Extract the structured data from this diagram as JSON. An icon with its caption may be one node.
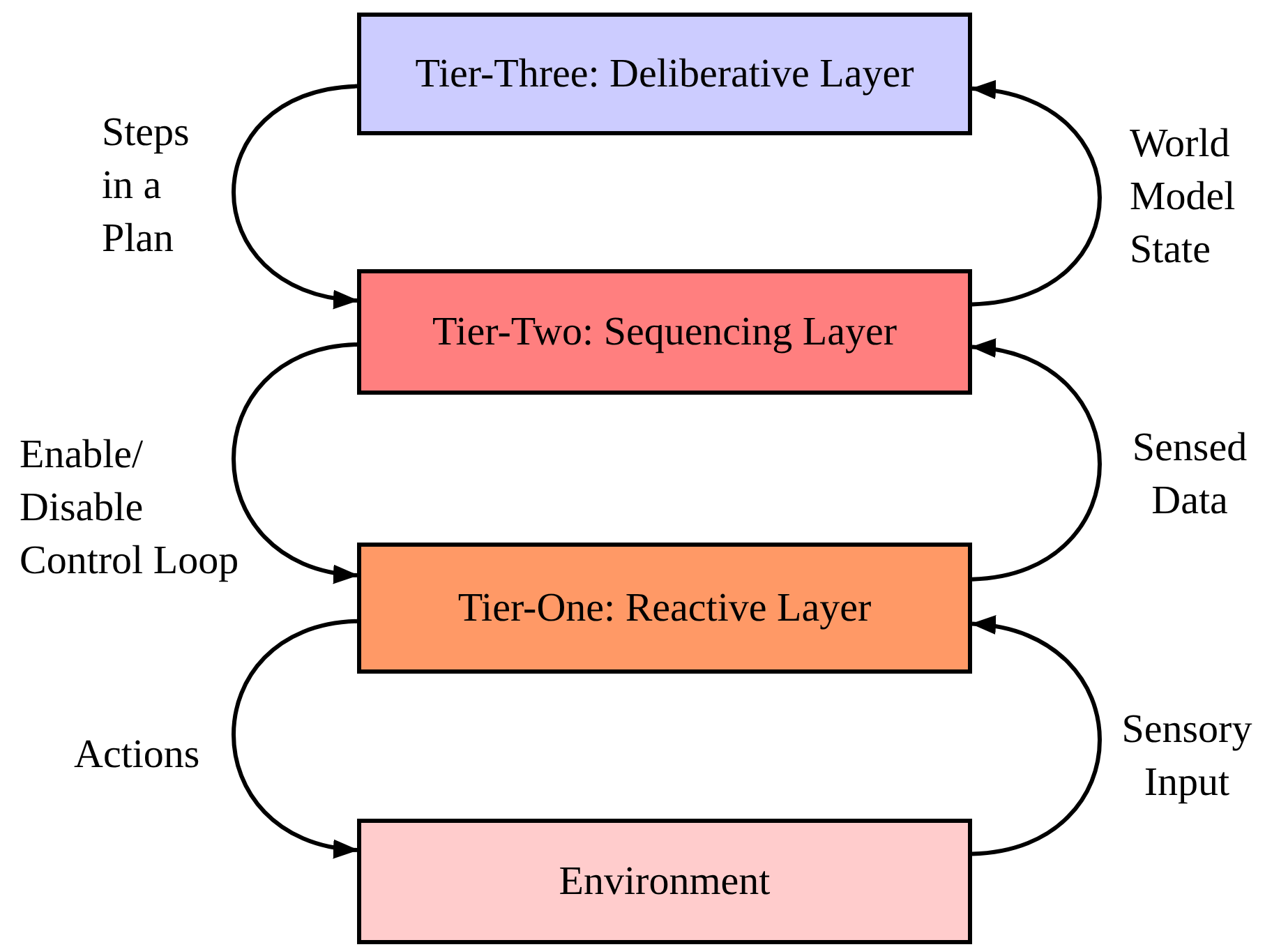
{
  "diagram": {
    "nodes": [
      {
        "text": [
          "Tier-Three: Deliberative Layer"
        ]
      },
      {
        "text": [
          "Tier-Two: Sequencing Layer"
        ]
      },
      {
        "text": [
          "Tier-One: Reactive Layer"
        ]
      },
      {
        "text": [
          "Environment"
        ]
      }
    ],
    "edges": [
      {
        "from": 0,
        "to": 1,
        "arrow": "to",
        "label": "Steps in a Plan"
      },
      {
        "from": 1,
        "to": 0,
        "arrow": "to",
        "label": "World Model State"
      },
      {
        "from": 1,
        "to": 2,
        "arrow": "to",
        "label": "Enable/ Disable Control Loop"
      },
      {
        "from": 2,
        "to": 1,
        "arrow": "to",
        "label": "Sensed Data"
      },
      {
        "from": 2,
        "to": 3,
        "arrow": "to",
        "label": "Actions"
      },
      {
        "from": 3,
        "to": 2,
        "arrow": "to",
        "label": "Sensory Input"
      }
    ]
  }
}
